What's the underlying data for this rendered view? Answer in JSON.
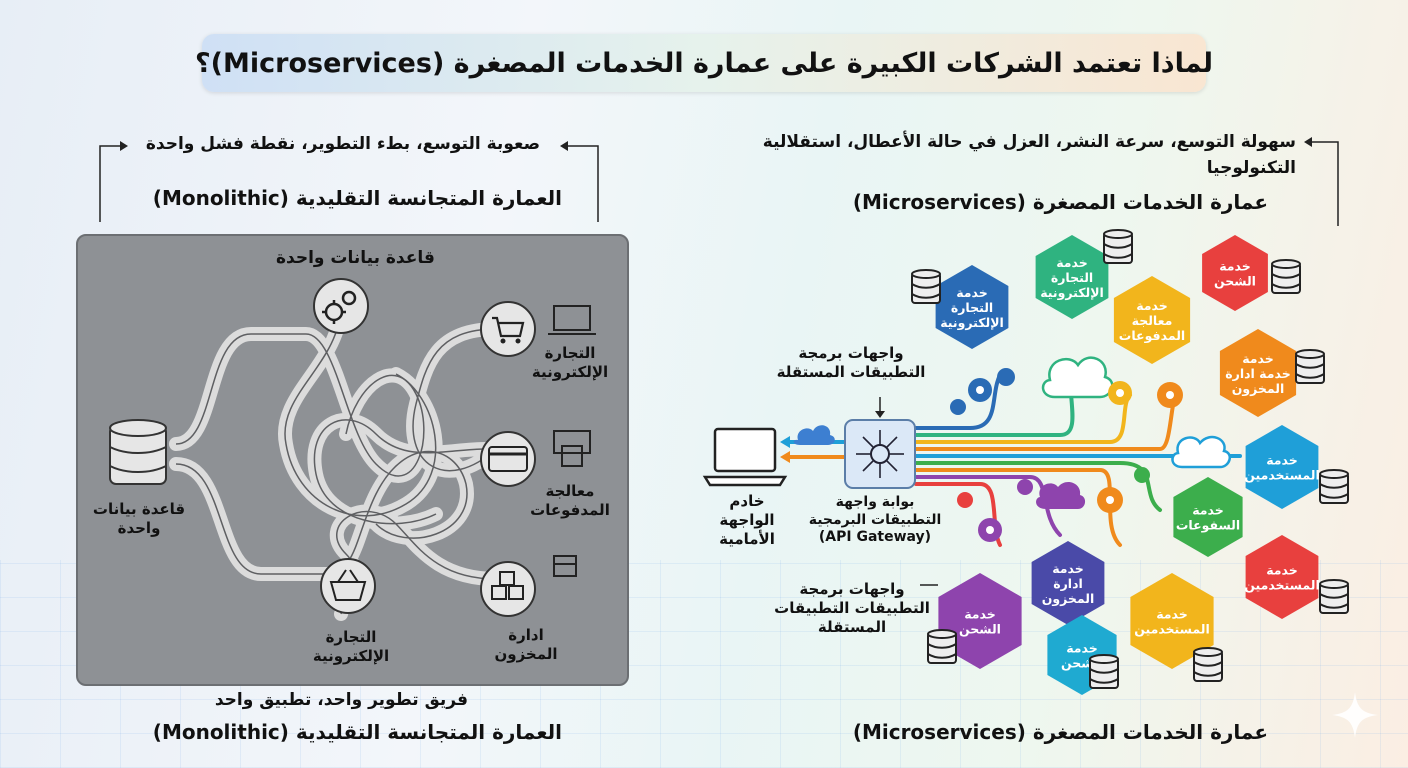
{
  "title": "لماذا تعتمد الشركات الكبيرة على عمارة الخدمات المصغرة (Microservices)؟",
  "left": {
    "top_caption": "صعوبة التوسع، بطء التطوير، نقطة فشل واحدة",
    "top_heading": "العمارة المتجانسة التقليدية (Monolithic)",
    "box_top_label": "قاعدة بيانات واحدة",
    "db_label": "قاعدة بيانات واحدة",
    "ecommerce_label": "التجارة الإلكترونية",
    "payment_label": "معالجة المدفوعات",
    "inventory_label": "ادارة المخزون",
    "bottom_ecommerce_label": "التجارة الإلكترونية",
    "bottom_caption": "فريق تطوير واحد، تطبيق واحد",
    "bottom_heading": "العمارة المتجانسة التقليدية (Monolithic)"
  },
  "right": {
    "top_caption_line1": "سهولة التوسع، سرعة النشر، العزل في حالة الأعطال، استقلالية",
    "top_caption_line2": "التكنولوجيا",
    "top_heading": "عمارة الخدمات المصغرة (Microservices)",
    "api_label_top_line1": "واجهات برمجة",
    "api_label_top_line2": "التطبيقات المستقلة",
    "gateway_line1": "بوابة واجهة",
    "gateway_line2": "التطبيقات البرمجية",
    "gateway_line3": "(API Gateway)",
    "frontend_line1": "خادم",
    "frontend_line2": "الواجهة",
    "frontend_line3": "الأمامية",
    "api_label_bottom_line1": "واجهات برمجة",
    "api_label_bottom_line2": "التطبيقات التطبيقات",
    "api_label_bottom_line3": "المستقلة",
    "bottom_heading": "عمارة الخدمات المصغرة (Microservices)",
    "hexes": [
      {
        "lines": [
          "خدمة",
          "التجارة",
          "الإلكترونية"
        ],
        "color": "#2a6bb5"
      },
      {
        "lines": [
          "خدمة",
          "التجارة",
          "الإلكترونية"
        ],
        "color": "#2fb380"
      },
      {
        "lines": [
          "خدمة",
          "معالجة",
          "المدفوعات"
        ],
        "color": "#f2b51c"
      },
      {
        "lines": [
          "خدمة",
          "الشحن"
        ],
        "color": "#e8403e"
      },
      {
        "lines": [
          "خدمة",
          "خدمة ادارة",
          "المخزون"
        ],
        "color": "#f08a1c"
      },
      {
        "lines": [
          "خدمة",
          "المستخدمين"
        ],
        "color": "#1f9fd8"
      },
      {
        "lines": [
          "خدمة",
          "السفوعات"
        ],
        "color": "#3cae4c"
      },
      {
        "lines": [
          "خدمة",
          "المستخدمين"
        ],
        "color": "#e8403e"
      },
      {
        "lines": [
          "خدمة",
          "ادارة",
          "المخزون"
        ],
        "color": "#4a4aa8"
      },
      {
        "lines": [
          "خدمة",
          "المستخدمين"
        ],
        "color": "#f2b51c"
      },
      {
        "lines": [
          "خدمة",
          "الشحن"
        ],
        "color": "#8e44ad"
      },
      {
        "lines": [
          "خدمة",
          "الشحن"
        ],
        "color": "#1faad1"
      }
    ]
  },
  "icons": {
    "left_top": "gears-icon",
    "left_cart": "shopping-cart-icon",
    "left_card": "credit-card-icon",
    "left_box": "boxes-icon",
    "left_basket": "basket-icon",
    "left_db": "database-icon",
    "right_gateway": "network-hub-icon",
    "right_frontend": "laptop-icon",
    "right_cloud": "cloud-icon",
    "right_db": "database-icon",
    "right_gear": "gear-icon"
  }
}
